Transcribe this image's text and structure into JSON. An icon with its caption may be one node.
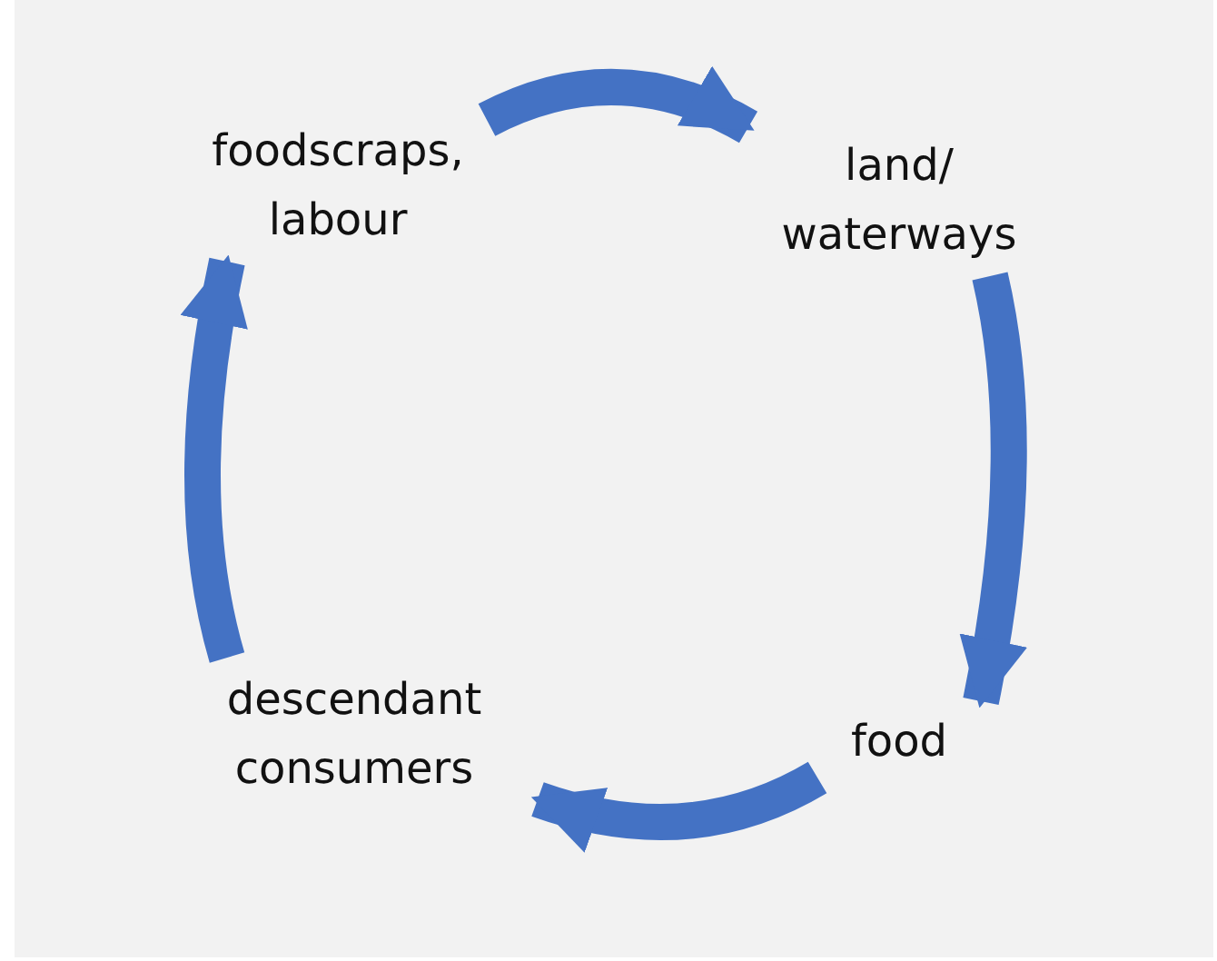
{
  "diagram": {
    "nodes": [
      {
        "text": [
          "foodscraps, labour"
        ]
      },
      {
        "text": [
          "land/ waterways"
        ]
      },
      {
        "text": [
          "food"
        ]
      },
      {
        "text": [
          "descendant consumers"
        ]
      }
    ],
    "edges": [
      {
        "from": 0,
        "to": 1,
        "arrow": "to"
      },
      {
        "from": 1,
        "to": 2,
        "arrow": "to"
      },
      {
        "from": 2,
        "to": 3,
        "arrow": "to"
      },
      {
        "from": 3,
        "to": 0,
        "arrow": "to"
      }
    ]
  }
}
